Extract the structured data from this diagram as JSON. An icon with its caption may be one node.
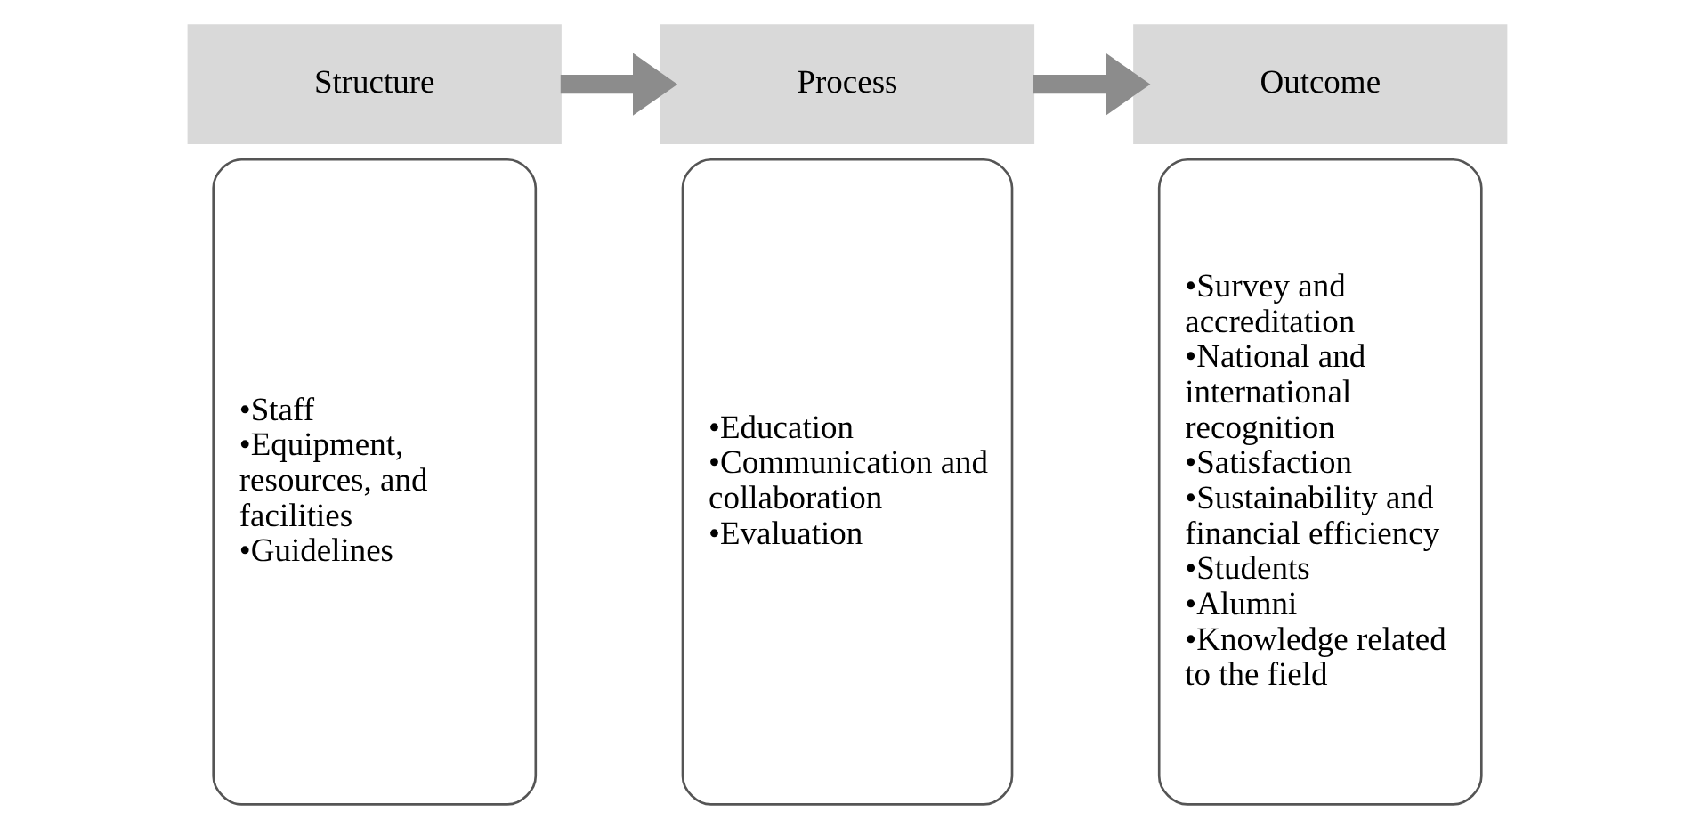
{
  "diagram": {
    "nodes": [
      {
        "text": [
          "Structure"
        ]
      },
      {
        "text": [
          "•Staff",
          "•Equipment, resources, and facilities",
          "•Guidelines"
        ]
      },
      {
        "text": [
          "Process"
        ]
      },
      {
        "text": [
          "•Education",
          "•Communication and collaboration",
          "•Evaluation"
        ]
      },
      {
        "text": [
          "Outcome"
        ]
      },
      {
        "text": [
          "•Survey and accreditation",
          "•National and international recognition",
          "•Satisfaction",
          "•Sustainability and financial efficiency",
          "•Students",
          "•Alumni",
          "•Knowledge related to the field"
        ]
      }
    ],
    "edges": [
      {
        "from": 0,
        "to": 2,
        "arrow": "to"
      },
      {
        "from": 2,
        "to": 4,
        "arrow": "to"
      }
    ]
  }
}
